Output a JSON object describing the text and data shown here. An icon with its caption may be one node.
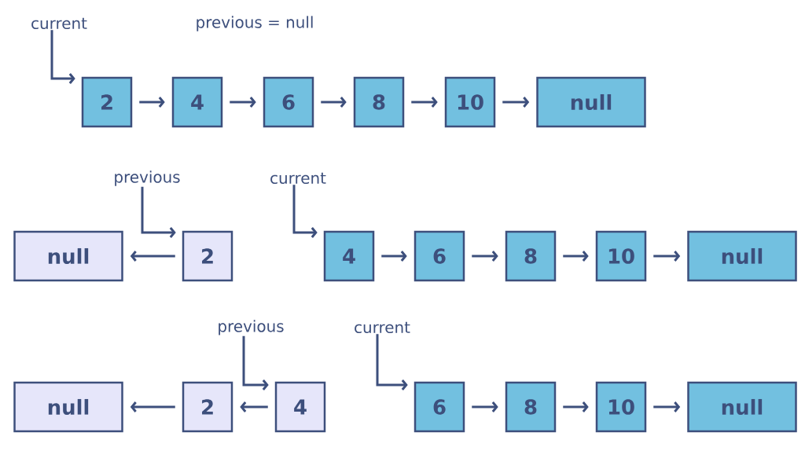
{
  "diagram": {
    "nodes": [
      {
        "text": [
          "current"
        ]
      },
      {
        "text": [
          "2"
        ]
      },
      {
        "text": [
          "4"
        ]
      },
      {
        "text": [
          "6"
        ]
      },
      {
        "text": [
          "8"
        ]
      },
      {
        "text": [
          "10"
        ]
      },
      {
        "text": [
          "null"
        ]
      },
      {
        "text": [
          "previous"
        ]
      },
      {
        "text": [
          "null"
        ]
      },
      {
        "text": [
          "2"
        ]
      },
      {
        "text": [
          "current"
        ]
      },
      {
        "text": [
          "4"
        ]
      },
      {
        "text": [
          "6"
        ]
      },
      {
        "text": [
          "8"
        ]
      },
      {
        "text": [
          "10"
        ]
      },
      {
        "text": [
          "null"
        ]
      },
      {
        "text": [
          "previous"
        ]
      },
      {
        "text": [
          "null"
        ]
      },
      {
        "text": [
          "2"
        ]
      },
      {
        "text": [
          "4"
        ]
      },
      {
        "text": [
          "current"
        ]
      },
      {
        "text": [
          "6"
        ]
      },
      {
        "text": [
          "8"
        ]
      },
      {
        "text": [
          "10"
        ]
      },
      {
        "text": [
          "null"
        ]
      }
    ],
    "edges": [
      {
        "from": 0,
        "to": 1,
        "arrow": "to"
      },
      {
        "from": 1,
        "to": 2,
        "arrow": "to"
      },
      {
        "from": 2,
        "to": 3,
        "arrow": "to"
      },
      {
        "from": 3,
        "to": 4,
        "arrow": "to"
      },
      {
        "from": 4,
        "to": 5,
        "arrow": "to"
      },
      {
        "from": 5,
        "to": 6,
        "arrow": "to"
      },
      {
        "from": 7,
        "to": 9,
        "arrow": "to"
      },
      {
        "from": 9,
        "to": 8,
        "arrow": "to"
      },
      {
        "from": 10,
        "to": 11,
        "arrow": "to"
      },
      {
        "from": 11,
        "to": 12,
        "arrow": "to"
      },
      {
        "from": 12,
        "to": 13,
        "arrow": "to"
      },
      {
        "from": 13,
        "to": 14,
        "arrow": "to"
      },
      {
        "from": 14,
        "to": 15,
        "arrow": "to"
      },
      {
        "from": 16,
        "to": 19,
        "arrow": "to"
      },
      {
        "from": 18,
        "to": 17,
        "arrow": "to"
      },
      {
        "from": 19,
        "to": 18,
        "arrow": "to"
      },
      {
        "from": 20,
        "to": 21,
        "arrow": "to"
      },
      {
        "from": 21,
        "to": 22,
        "arrow": "to"
      },
      {
        "from": 22,
        "to": 23,
        "arrow": "to"
      },
      {
        "from": 23,
        "to": 24,
        "arrow": "to"
      }
    ],
    "labels": [
      "previous = null"
    ]
  }
}
